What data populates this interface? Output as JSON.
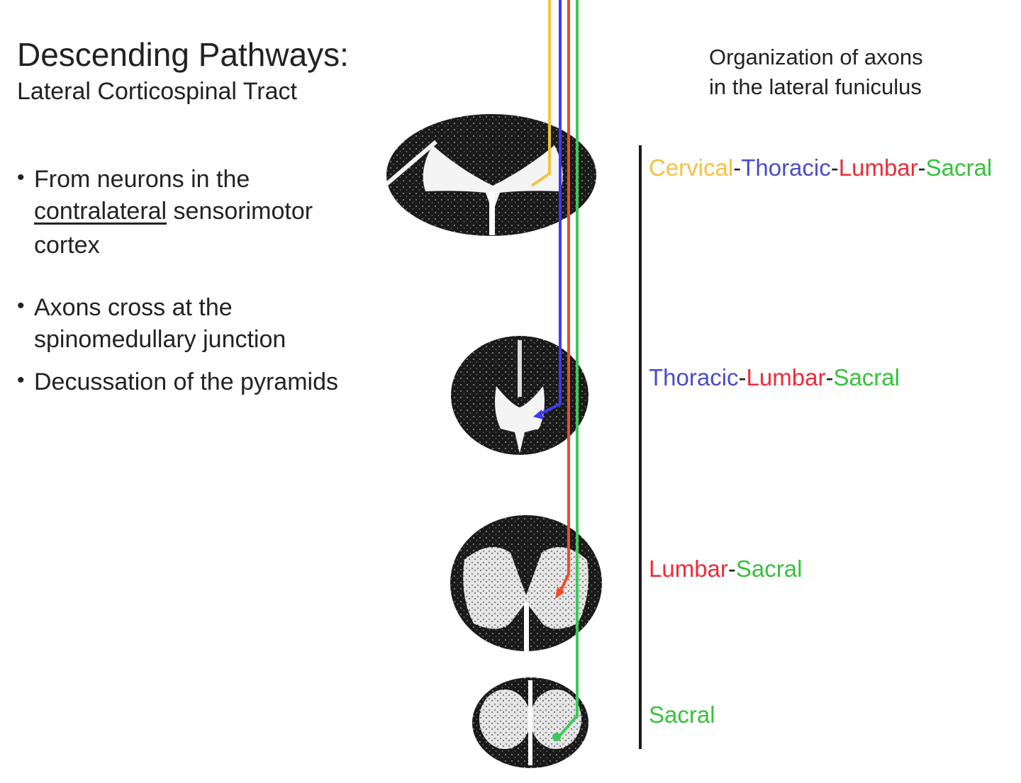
{
  "title": "Descending Pathways:",
  "subtitle": "Lateral Corticospinal Tract",
  "bullets": {
    "b1": {
      "dot": "•",
      "line1": "From neurons in the",
      "line2_underlined": "contralateral",
      "line2_rest": " sensorimotor",
      "line3": "cortex"
    },
    "b2": {
      "dot": "•",
      "line1": "Axons cross at the",
      "line2": "spinomedullary junction"
    },
    "b3": {
      "dot": "•",
      "line1": "Decussation of the pyramids"
    }
  },
  "organization": {
    "line1": "Organization of axons",
    "line2": "in the lateral funiculus"
  },
  "levels": {
    "cervical": {
      "cervical": "Cervical",
      "sep1": "-",
      "thoracic": "Thoracic",
      "sep2": "-",
      "lumbar": "Lumbar",
      "sep3": "-",
      "sacral": "Sacral"
    },
    "thoracic": {
      "thoracic": "Thoracic",
      "sep1": "-",
      "lumbar": "Lumbar",
      "sep2": "-",
      "sacral": "Sacral"
    },
    "lumbar": {
      "lumbar": "Lumbar",
      "sep1": "-",
      "sacral": "Sacral"
    },
    "sacral": {
      "sacral": "Sacral"
    }
  },
  "colors": {
    "cervical": "#f5c242",
    "thoracic": "#3b3bf2",
    "lumbar": "#f24a2a",
    "sacral": "#3cc85a"
  }
}
